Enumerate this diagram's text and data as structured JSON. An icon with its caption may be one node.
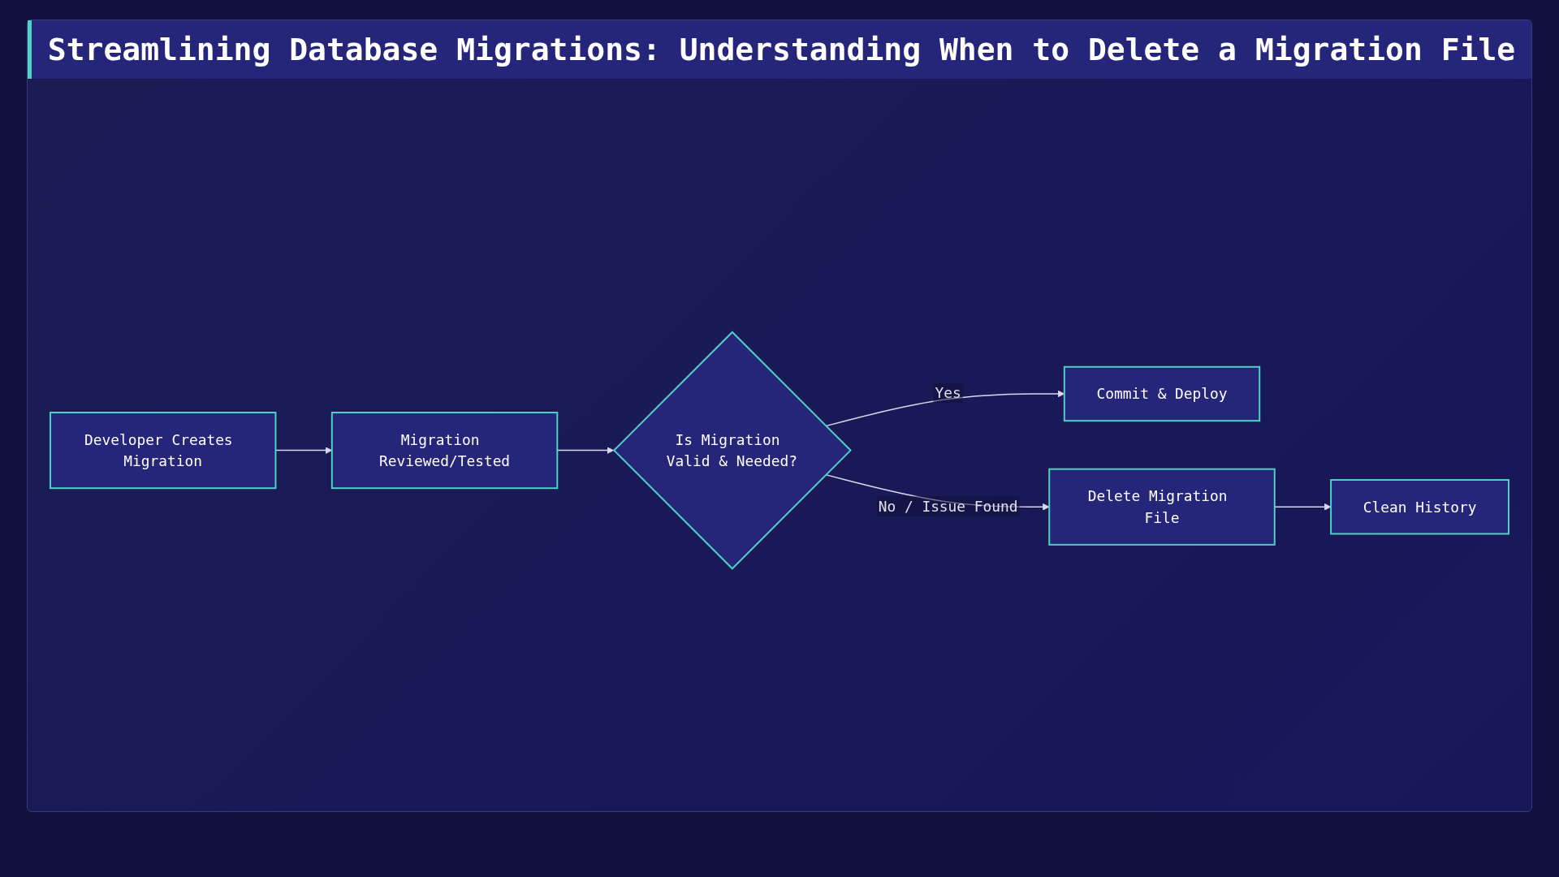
{
  "diagram": {
    "title": "Streamlining Database Migrations: Understanding When to Delete a Migration File",
    "nodes": [
      {
        "text": [
          "Developer Creates Migration"
        ]
      },
      {
        "text": [
          "Migration Reviewed/Tested"
        ]
      },
      {
        "text": [
          "Is Migration Valid & Needed?"
        ]
      },
      {
        "text": [
          "Commit & Deploy"
        ]
      },
      {
        "text": [
          "Delete Migration File"
        ]
      },
      {
        "text": [
          "Clean History"
        ]
      }
    ],
    "edges": [
      {
        "from": 0,
        "to": 1,
        "arrow": "to"
      },
      {
        "from": 1,
        "to": 2,
        "arrow": "to"
      },
      {
        "from": 2,
        "to": 3,
        "arrow": "to",
        "label": "Yes"
      },
      {
        "from": 2,
        "to": 4,
        "arrow": "to",
        "label": "No / Issue Found"
      },
      {
        "from": 4,
        "to": 5,
        "arrow": "to"
      }
    ]
  }
}
